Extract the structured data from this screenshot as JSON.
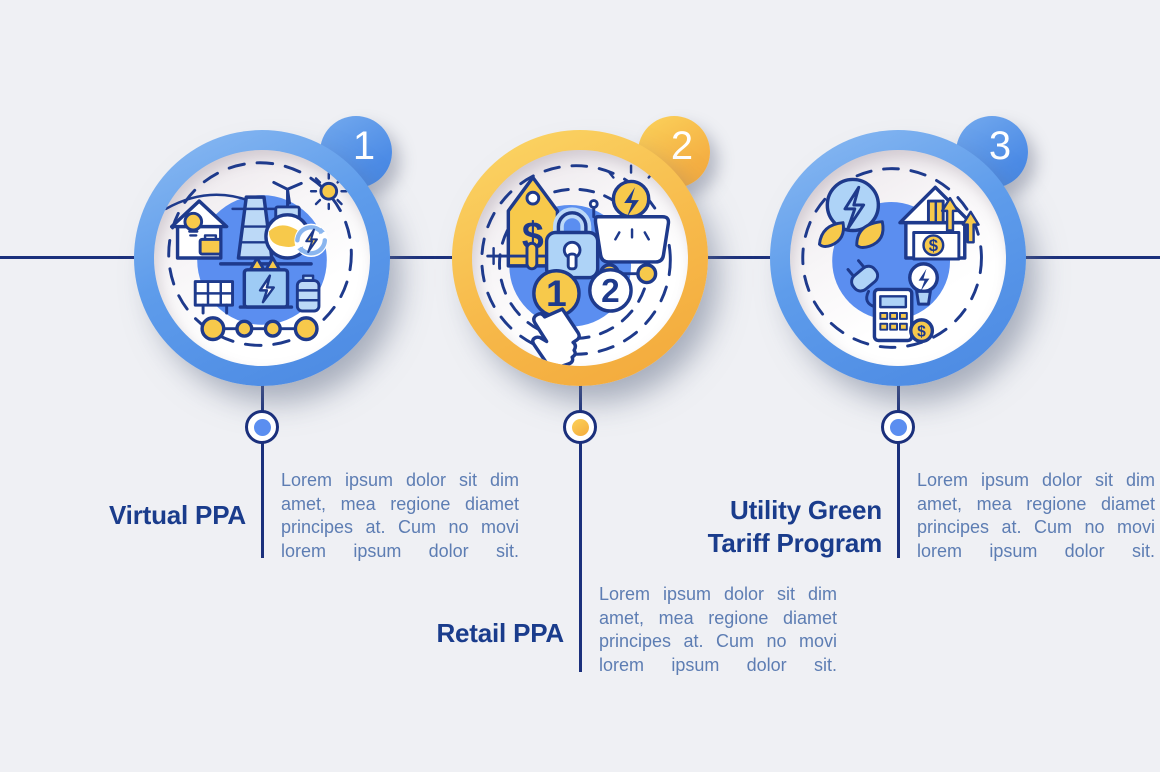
{
  "infographic": {
    "name": "PPA options infographic",
    "background_color": "#eff0f4",
    "timeline_color": "#1b307c",
    "title_color": "#1a3c8c",
    "body_text_color": "#5d7db3",
    "accents": {
      "blue": "#5e9ceb",
      "yellow": "#f5b043",
      "navy": "#1e3a8c",
      "light_blue": "#aed3f7",
      "icon_yellow": "#f7c94b"
    }
  },
  "steps": [
    {
      "number": "1",
      "theme": "blue",
      "title": "Virtual PPA",
      "icon": "renewable-energy-grid-icon",
      "desc_lines": [
        "Lorem ipsum dolor sit dim",
        "amet, mea regione diamet",
        "principes at. Cum no movi",
        "lorem ipsum dolor sit."
      ]
    },
    {
      "number": "2",
      "theme": "yellow",
      "title": "Retail PPA",
      "icon": "price-tag-lock-cart-choice-icon",
      "icon_texts": {
        "dollar": "$",
        "one": "1",
        "two": "2"
      },
      "desc_lines": [
        "Lorem ipsum dolor sit dim",
        "amet, mea regione diamet",
        "principes at. Cum no movi",
        "lorem ipsum dolor sit."
      ]
    },
    {
      "number": "3",
      "theme": "blue",
      "title": "Utility Green Tariff Program",
      "icon": "green-energy-home-savings-icon",
      "icon_texts": {
        "dollar": "$",
        "coin_dollar": "$"
      },
      "desc_lines": [
        "Lorem ipsum dolor sit dim",
        "amet, mea regione diamet",
        "principes at. Cum no movi",
        "lorem ipsum dolor sit."
      ]
    }
  ]
}
